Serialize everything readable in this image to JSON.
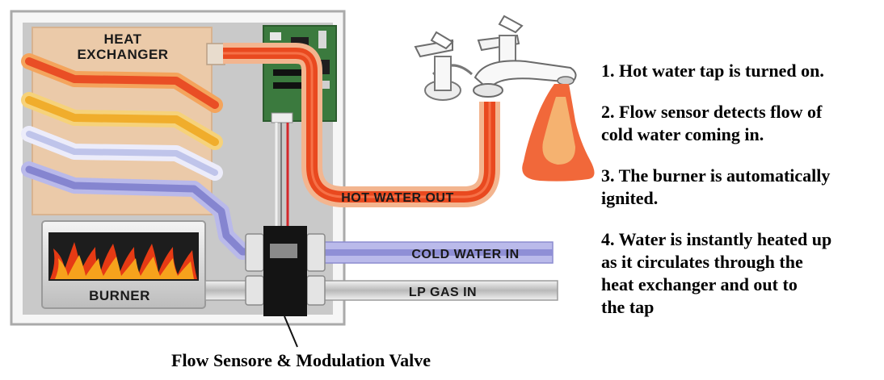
{
  "labels": {
    "heat_exchanger_line1": "HEAT",
    "heat_exchanger_line2": "EXCHANGER",
    "hot_water_out": "HOT WATER OUT",
    "cold_water_in": "COLD WATER IN",
    "lp_gas_in": "LP GAS IN",
    "burner": "BURNER"
  },
  "steps": [
    "1. Hot water tap is turned on.",
    "2. Flow sensor detects flow of\ncold water coming in.",
    "3. The burner is automatically\nignited.",
    "4. Water is instantly heated up\nas it circulates through the\nheat exchanger and out to\nthe tap"
  ],
  "caption": "Flow Sensore & Modulation Valve",
  "colors": {
    "hot": "#e8502a",
    "warm": "#f2b640",
    "cool": "#d9dcf2",
    "cold": "#8f8fd6",
    "gas": "#c8c8c8",
    "cabinet": "#c9c9c9",
    "exchanger": "#e9c8a8"
  }
}
